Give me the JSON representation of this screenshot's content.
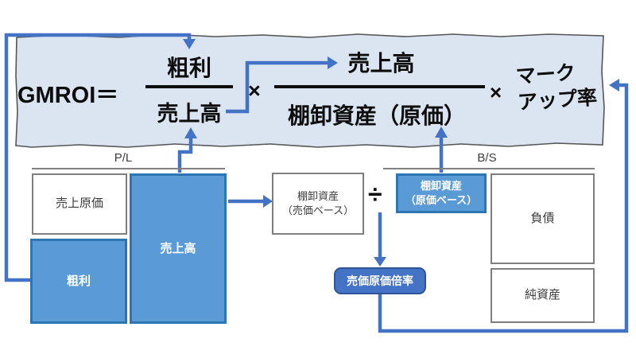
{
  "colors": {
    "banner_bg": "#dbe5f1",
    "banner_border": "#555555",
    "arrow_blue": "#4472c4",
    "blue_fill": "#5b9bd5",
    "blue_border": "#2e75b6",
    "pill_fill": "#4472c4",
    "pill_border": "#2f5597",
    "gray_border": "#7f7f7f",
    "text_dark": "#3b3b3b"
  },
  "formula": {
    "lhs": "GMROI＝",
    "fraction1": {
      "numerator": "粗利",
      "denominator": "売上高"
    },
    "times1": "×",
    "fraction2": {
      "numerator": "売上高",
      "denominator": "棚卸資産（原価）"
    },
    "times2": "×",
    "markup": {
      "line1": "マーク",
      "line2": "アップ率"
    }
  },
  "pl_section": {
    "label": "P/L",
    "cost_of_sales": "売上原価",
    "gross_profit": "粗利",
    "sales": "売上高"
  },
  "middle_section": {
    "inventory_retail": {
      "line1": "棚卸資産",
      "line2": "（売価ベース）"
    },
    "divide_sign": "÷",
    "retail_cost_ratio": "売価原価倍率"
  },
  "bs_section": {
    "label": "B/S",
    "inventory_cost": {
      "line1": "棚卸資産",
      "line2": "（原価ベース）"
    },
    "liabilities": "負債",
    "net_assets": "純資産"
  }
}
